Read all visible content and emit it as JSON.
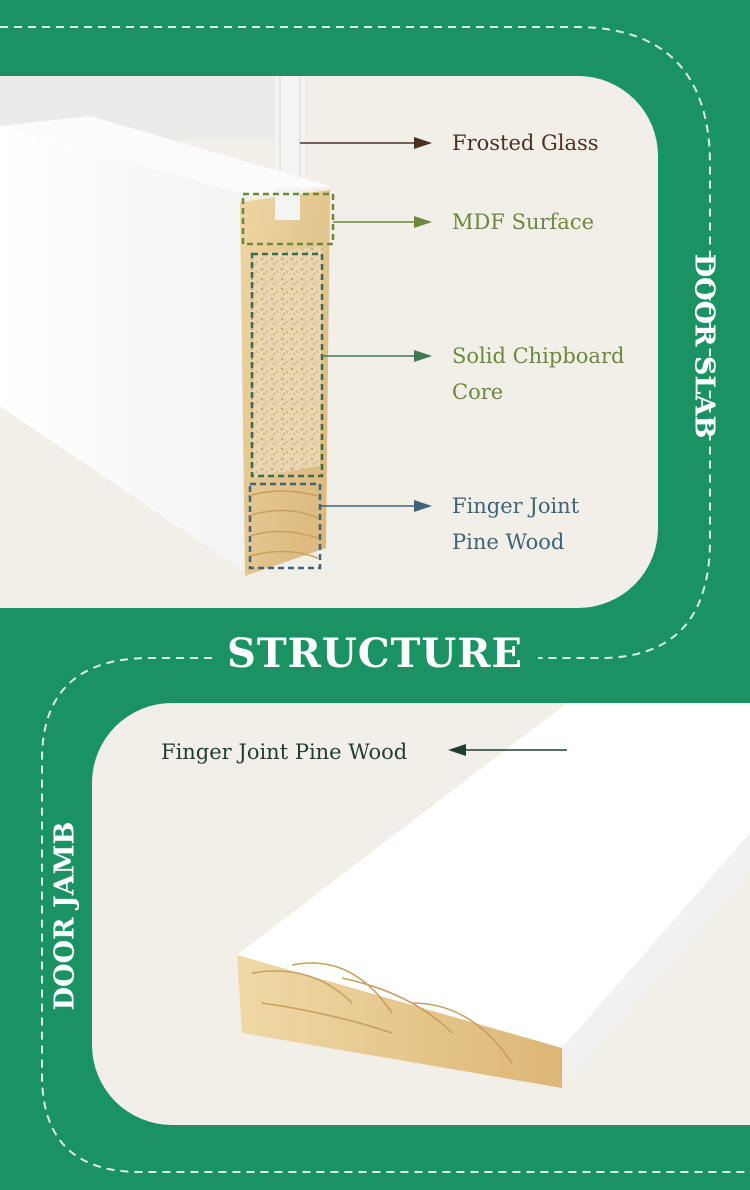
{
  "heading": "STRUCTURE",
  "door_slab": {
    "label": "DOOR SLAB",
    "callouts": [
      {
        "line1": "Frosted Glass",
        "line2": ""
      },
      {
        "line1": "MDF Surface",
        "line2": ""
      },
      {
        "line1": "Solid Chipboard",
        "line2": "Core"
      },
      {
        "line1": "Finger Joint",
        "line2": "Pine Wood"
      }
    ]
  },
  "door_jamb": {
    "label": "DOOR JAMB",
    "callout": "Finger Joint Pine Wood"
  },
  "colors": {
    "background": "#1b9264",
    "panel": "#f2efe9",
    "brown": "#4a3124",
    "olive": "#6a8a3a",
    "teal": "#3e6478",
    "dark": "#1f3d31"
  }
}
